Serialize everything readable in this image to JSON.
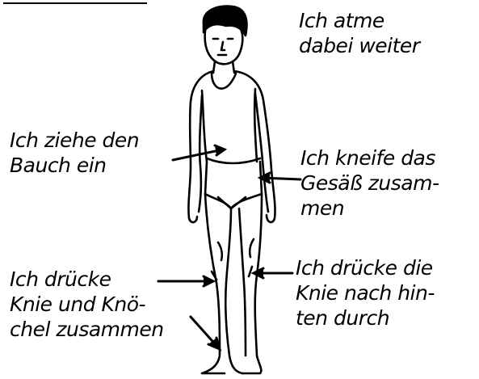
{
  "annotations": {
    "breathing": [
      "Ich atme",
      "dabei weiter"
    ],
    "belly": [
      "Ich ziehe den",
      "Bauch ein"
    ],
    "glutes": [
      "Ich kneife das",
      "Gesäß zusam-",
      "men"
    ],
    "knees_ankles": [
      "Ich drücke",
      "Knie und Knö-",
      "chel zusammen"
    ],
    "knees_back": [
      "Ich drücke die",
      "Knie nach hin-",
      "ten durch"
    ]
  },
  "colors": {
    "ink": "#000000",
    "paper": "#ffffff"
  },
  "figure": {
    "icon": "standing-man-figure"
  }
}
